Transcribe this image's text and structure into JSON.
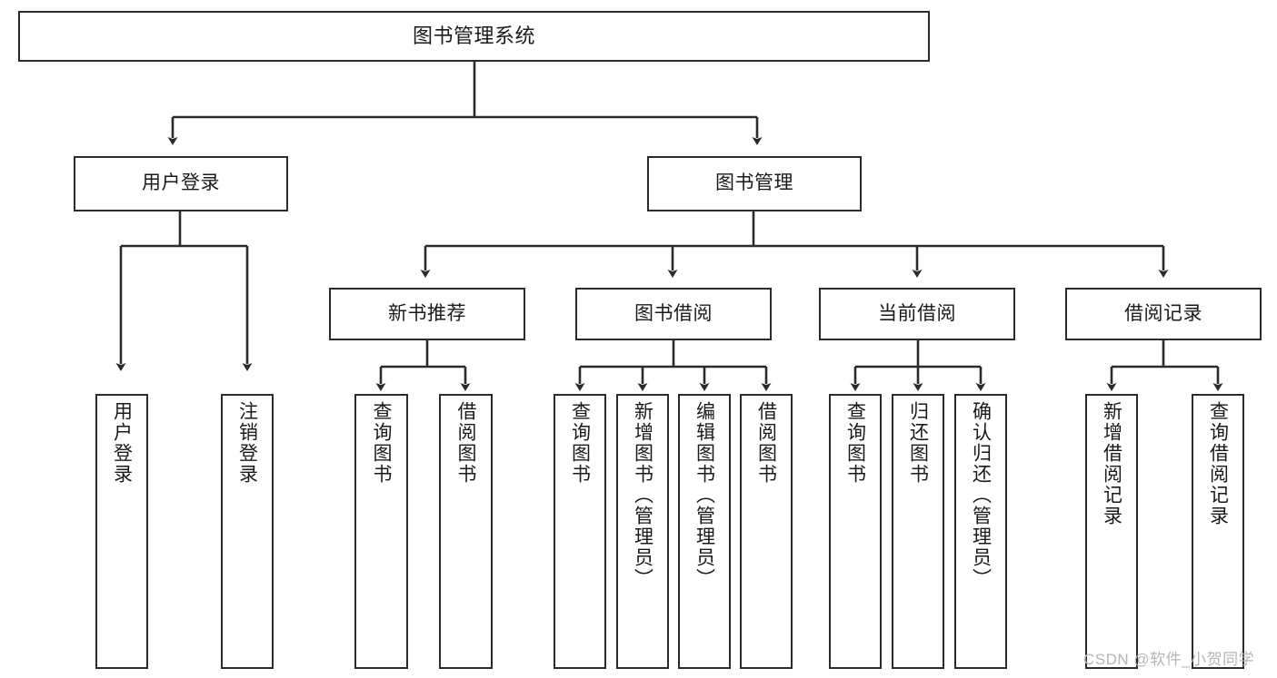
{
  "diagram": {
    "title": "图书管理系统",
    "type": "tree",
    "root": {
      "label": "图书管理系统"
    },
    "level2": [
      {
        "label": "用户登录"
      },
      {
        "label": "图书管理"
      }
    ],
    "level3": [
      {
        "label": "新书推荐"
      },
      {
        "label": "图书借阅"
      },
      {
        "label": "当前借阅"
      },
      {
        "label": "借阅记录"
      }
    ],
    "leaves": {
      "user_login": [
        {
          "label": "用户登录"
        },
        {
          "label": "注销登录"
        }
      ],
      "new_book_recommend": [
        {
          "label": "查询图书"
        },
        {
          "label": "借阅图书"
        }
      ],
      "book_borrow": [
        {
          "label": "查询图书"
        },
        {
          "label": "新增图书（管理员）"
        },
        {
          "label": "编辑图书（管理员）"
        },
        {
          "label": "借阅图书"
        }
      ],
      "current_borrow": [
        {
          "label": "查询图书"
        },
        {
          "label": "归还图书"
        },
        {
          "label": "确认归还（管理员）"
        }
      ],
      "borrow_record": [
        {
          "label": "新增借阅记录"
        },
        {
          "label": "查询借阅记录"
        }
      ]
    }
  },
  "watermark": {
    "text": "CSDN @软件_小贺同学"
  },
  "colors": {
    "stroke": "#2b2b2b",
    "fill": "#ffffff",
    "text": "#1a1a1a",
    "watermark": "#b5b5b5"
  }
}
